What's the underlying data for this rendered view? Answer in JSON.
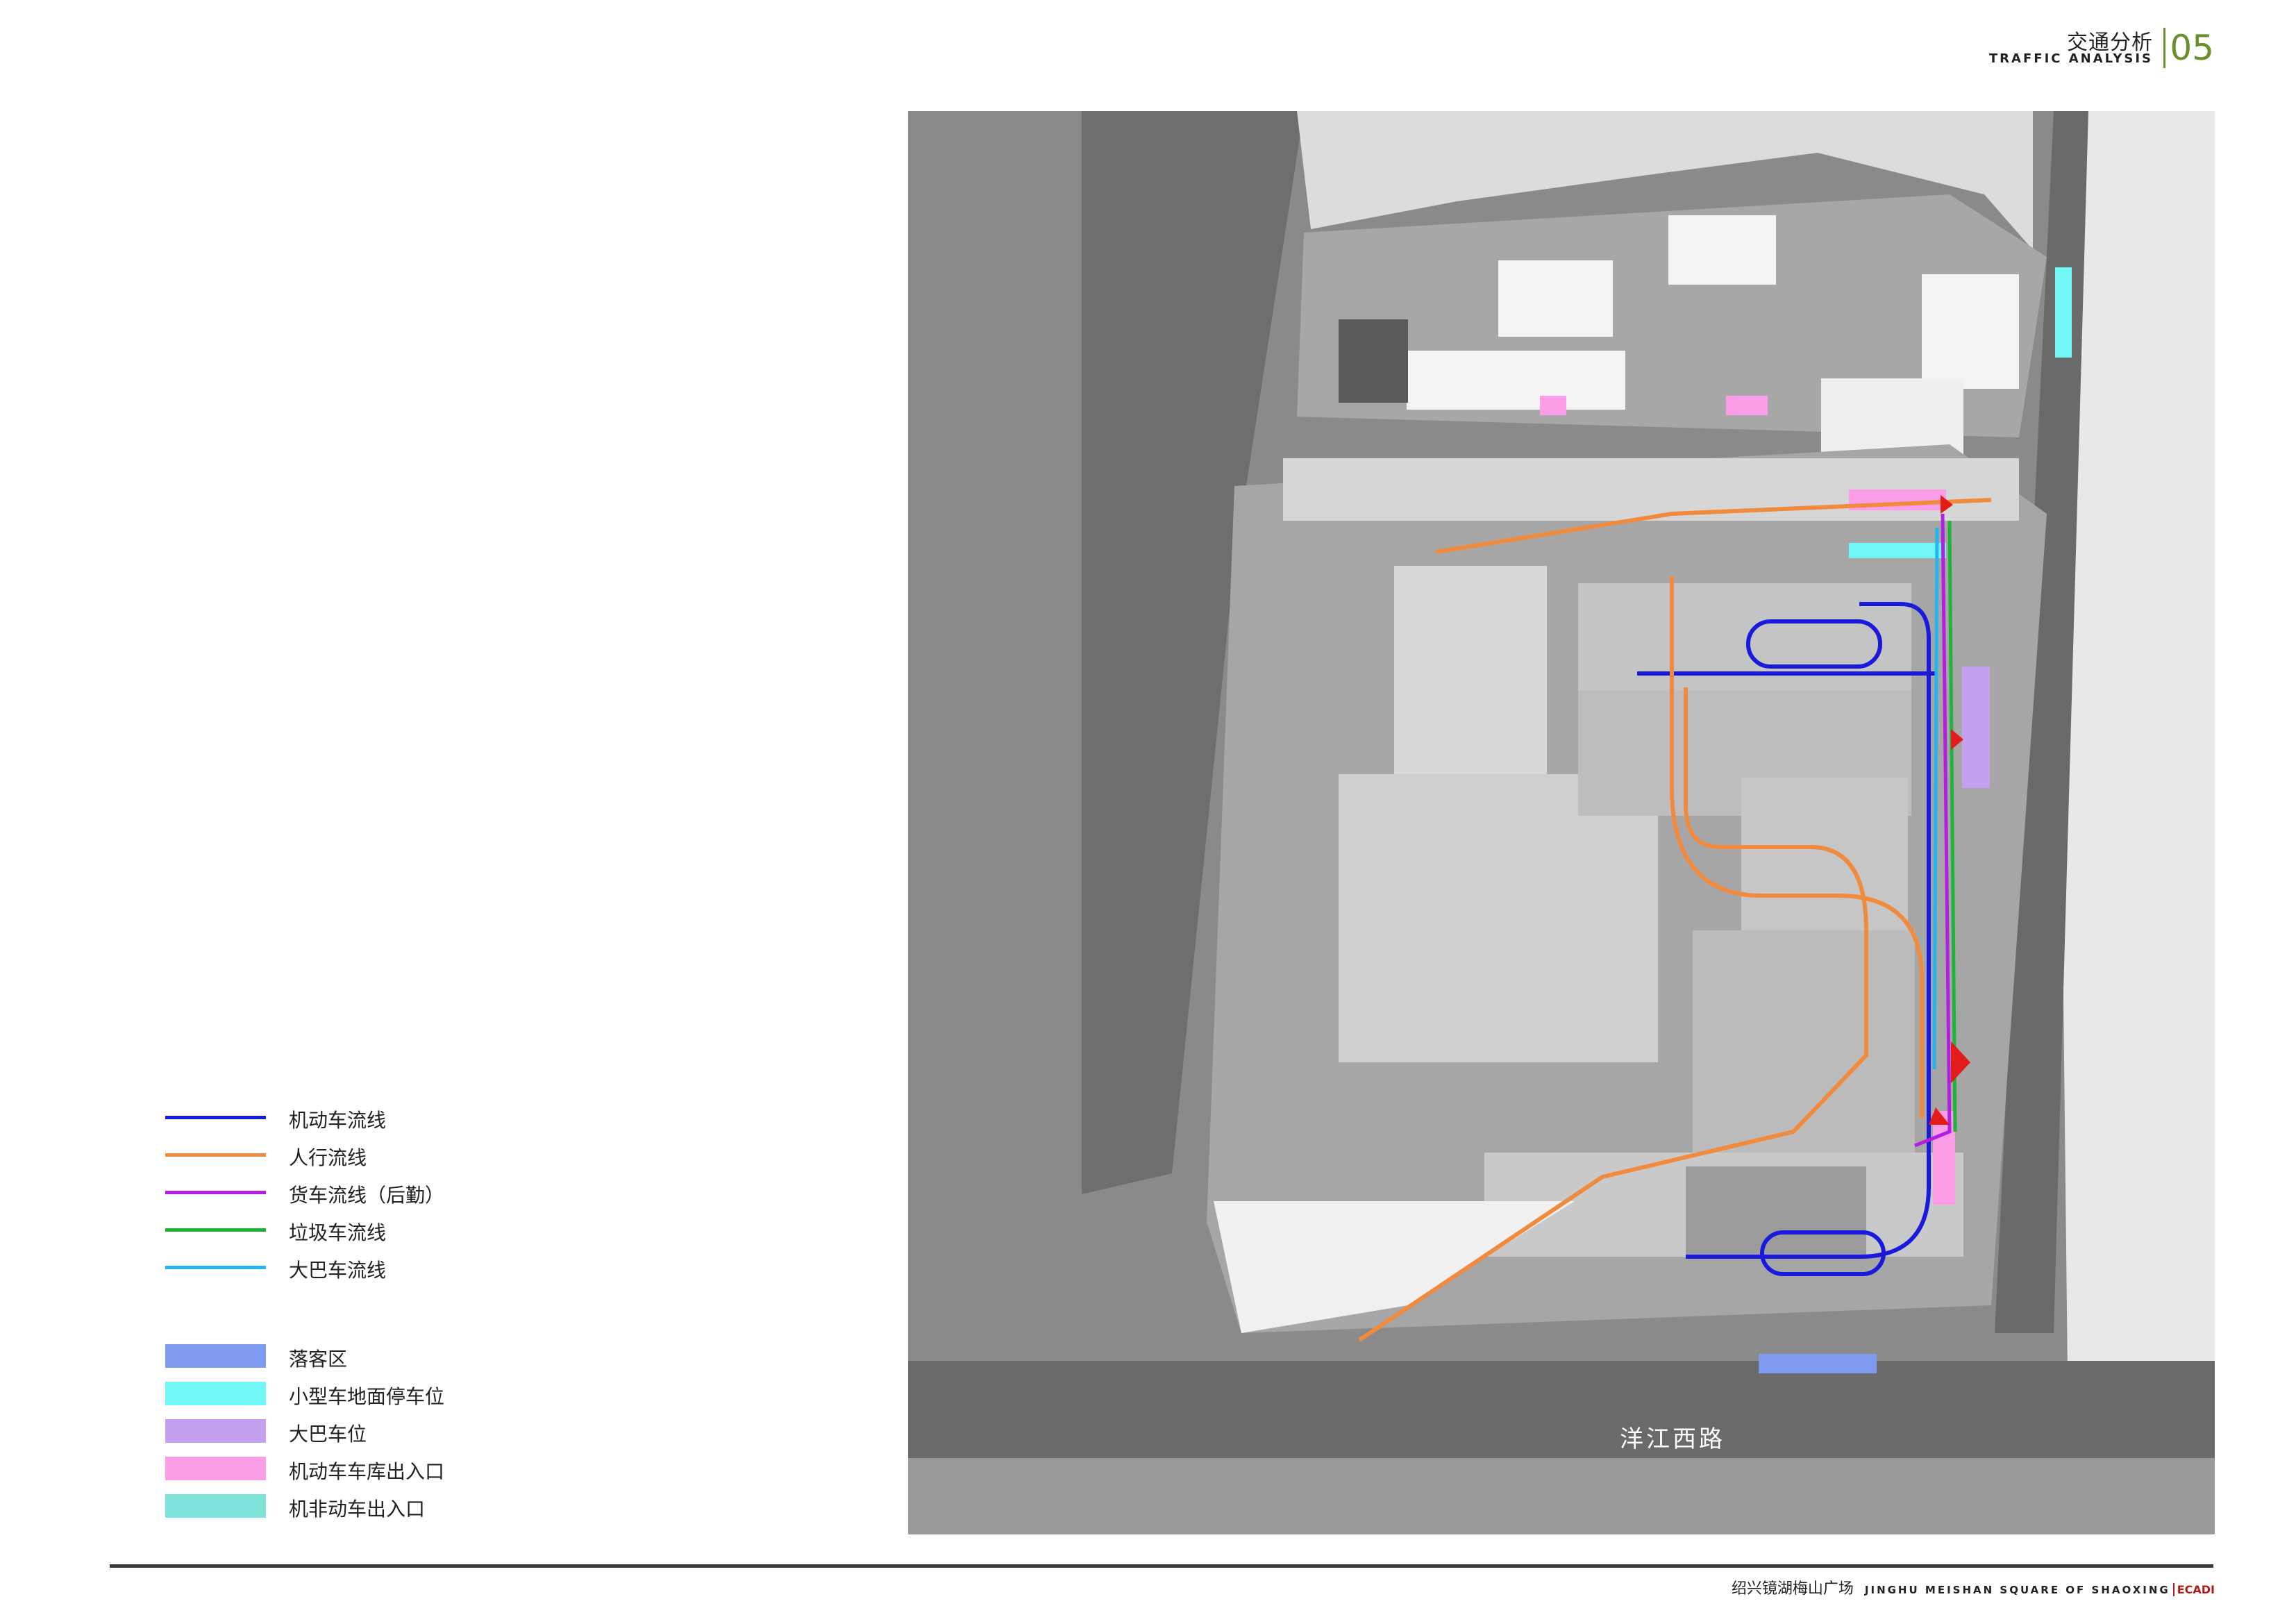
{
  "header": {
    "title_zh": "交通分析",
    "title_en": "TRAFFIC ANALYSIS",
    "page_number": "05"
  },
  "map": {
    "road_label": "洋江西路"
  },
  "legend": {
    "lines": [
      {
        "label": "机动车流线",
        "color": "#1a1adc"
      },
      {
        "label": "人行流线",
        "color": "#f08a3c"
      },
      {
        "label": "货车流线（后勤）",
        "color": "#b21fe0"
      },
      {
        "label": "垃圾车流线",
        "color": "#1fb33a"
      },
      {
        "label": "大巴车流线",
        "color": "#26b4f0"
      }
    ],
    "areas": [
      {
        "label": "落客区",
        "color": "#7f9bf0"
      },
      {
        "label": "小型车地面停车位",
        "color": "#71f5f5"
      },
      {
        "label": "大巴车位",
        "color": "#c6a0f0"
      },
      {
        "label": "机动车车库出入口",
        "color": "#fb9ee7"
      },
      {
        "label": "机非动车出入口",
        "color": "#7fe2da"
      }
    ]
  },
  "footer": {
    "project_zh": "绍兴镜湖梅山广场",
    "project_en": "JINGHU MEISHAN SQUARE OF SHAOXING",
    "brand": "ECADI"
  }
}
